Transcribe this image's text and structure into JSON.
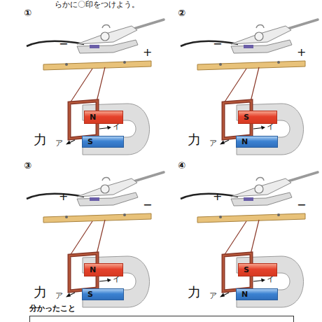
{
  "diagram": {
    "nodes": [
      {
        "text": [
          "N"
        ]
      },
      {
        "text": [
          "S"
        ]
      },
      {
        "text": [
          "S"
        ]
      },
      {
        "text": [
          "N"
        ]
      },
      {
        "text": [
          "N"
        ]
      },
      {
        "text": [
          "S"
        ]
      },
      {
        "text": [
          "S"
        ]
      },
      {
        "text": [
          "N"
        ]
      },
      {
        "text": [
          "分かったこと"
        ]
      }
    ],
    "labels": [
      "らかに〇印をつけよう。",
      "①",
      "−",
      "+",
      "イ",
      "力",
      "ア",
      "②",
      "−",
      "+",
      "イ",
      "力",
      "ア",
      "③",
      "+",
      "−",
      "イ",
      "力",
      "ア",
      "④",
      "+",
      "−",
      "イ",
      "力",
      "ア"
    ]
  }
}
